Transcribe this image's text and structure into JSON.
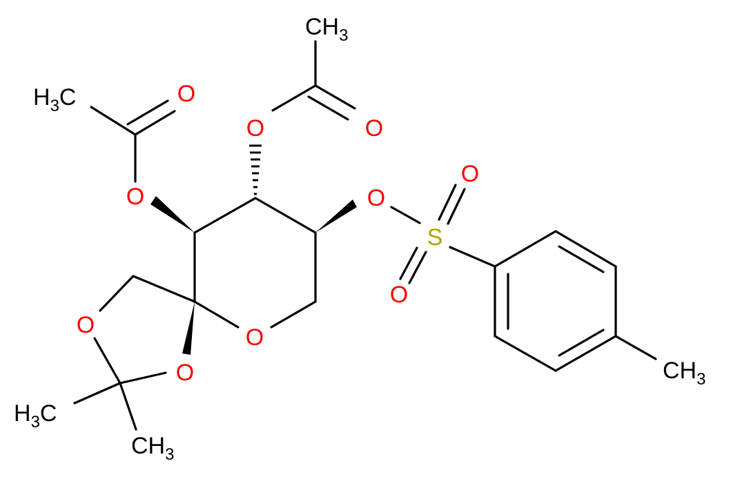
{
  "molecule": {
    "atom_colors": {
      "oxygen": "#ff0000",
      "sulfur": "#b3a200",
      "carbon": "#000000"
    },
    "labels": {
      "o_acetyl1_carbonyl": "O",
      "o_acetyl1_ester": "O",
      "o_acetyl2_carbonyl": "O",
      "o_acetyl2_ester": "O",
      "o_tosyl_ester": "O",
      "s_tosyl": "S",
      "o_sulfonyl_top": "O",
      "o_sulfonyl_bottom": "O",
      "o_ring": "O",
      "o_dioxolane_left": "O",
      "o_dioxolane_right": "O",
      "ch3_acetyl1": {
        "h": "H",
        "sub": "3",
        "c": "C"
      },
      "ch3_acetyl2": {
        "c": "CH",
        "sub": "3"
      },
      "ch3_tolyl": {
        "c": "CH",
        "sub": "3"
      },
      "ch3_gem1": {
        "h": "H",
        "sub": "3",
        "c": "C"
      },
      "ch3_gem2": {
        "c": "CH",
        "sub": "3"
      }
    }
  }
}
